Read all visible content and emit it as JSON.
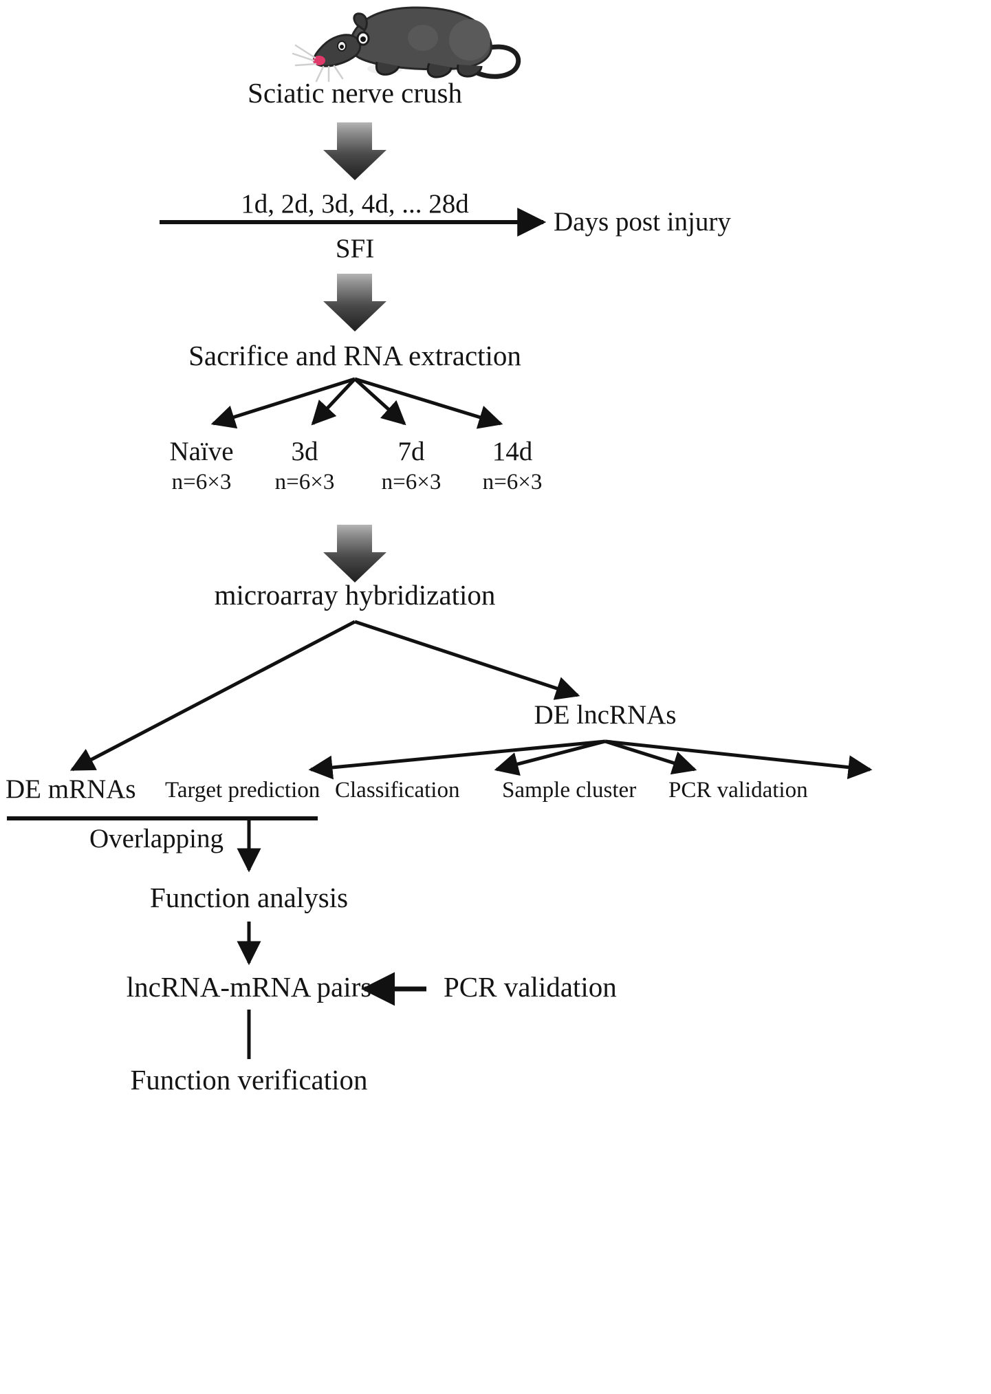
{
  "figure": {
    "title": "Experimental design and analysis workflow for sciatic nerve crush injury",
    "type": "flowchart",
    "background_color": "#ffffff",
    "text_color": "#141414",
    "arrow_color": "#111111",
    "block_arrow_gradient": [
      "#a8a8a8",
      "#3a3a3a",
      "#242424"
    ]
  },
  "animal": {
    "icon_name": "rat-illustration",
    "body_color": "#4d4d4d",
    "outline_color": "#1c1c1c",
    "nose_color": "#e03a6b"
  },
  "nodes": {
    "injury": "Sciatic nerve crush",
    "timeline_days": "1d, 2d, 3d, 4d, ... 28d",
    "timeline_axis_label": "Days post injury",
    "behavior_measure": "SFI",
    "sacrifice": "Sacrifice and RNA extraction",
    "microarray": "microarray hybridization",
    "de_lncrnas": "DE lncRNAs",
    "de_mrnas": "DE mRNAs",
    "target_prediction": "Target prediction",
    "classification": "Classification",
    "sample_cluster": "Sample cluster",
    "pcr_validation_top": "PCR validation",
    "overlapping": "Overlapping",
    "function_analysis": "Function analysis",
    "lncrna_mrna_pairs": "lncRNA-mRNA pairs",
    "pcr_validation_bottom": "PCR validation",
    "function_verification": "Function verification"
  },
  "groups": [
    {
      "label": "Naïve",
      "n": "n=6×3"
    },
    {
      "label": "3d",
      "n": "n=6×3"
    },
    {
      "label": "7d",
      "n": "n=6×3"
    },
    {
      "label": "14d",
      "n": "n=6×3"
    }
  ]
}
